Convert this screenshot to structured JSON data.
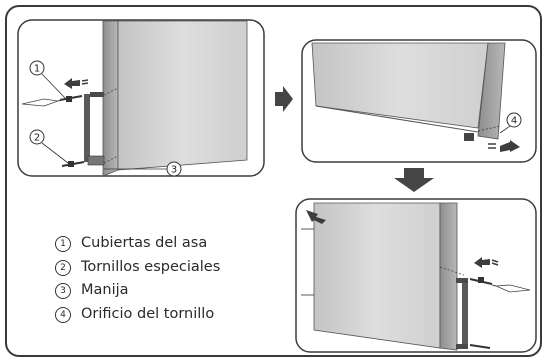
{
  "legend": [
    {
      "number": "1",
      "text": "Cubiertas del asa"
    },
    {
      "number": "2",
      "text": "Tornillos especiales"
    },
    {
      "number": "3",
      "text": "Manija"
    },
    {
      "number": "4",
      "text": "Orificio del tornillo"
    }
  ],
  "callouts": {
    "c1": "1",
    "c2": "2",
    "c3": "3",
    "c4": "4"
  },
  "colors": {
    "frame": "#3a3a3a",
    "panel_border": "#3c3c3c",
    "door_fill": "#d6d6d6",
    "door_edge": "#a9a9a9",
    "arrow": "#3d3d3d",
    "handle": "#505050"
  }
}
